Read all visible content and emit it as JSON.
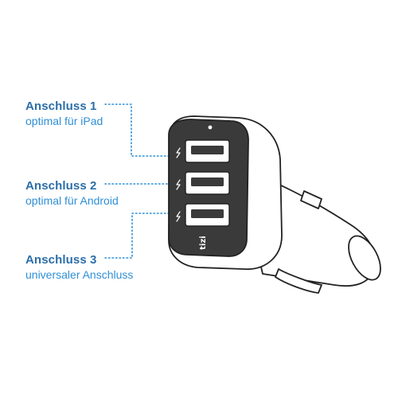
{
  "ports": [
    {
      "title": "Anschluss 1",
      "subtitle": "optimal für iPad"
    },
    {
      "title": "Anschluss 2",
      "subtitle": "optimal für Android"
    },
    {
      "title": "Anschluss 3",
      "subtitle": "universaler Anschluss"
    }
  ],
  "brand": "tizi",
  "colors": {
    "title": "#2b6ea8",
    "subtitle": "#2f8fd6",
    "leader_line": "#2f8fd6",
    "outline": "#222222",
    "faceplate": "#3a3a3a"
  },
  "icons": [
    "usb-port-icon",
    "charging-bolt-icon",
    "led-indicator-icon"
  ]
}
